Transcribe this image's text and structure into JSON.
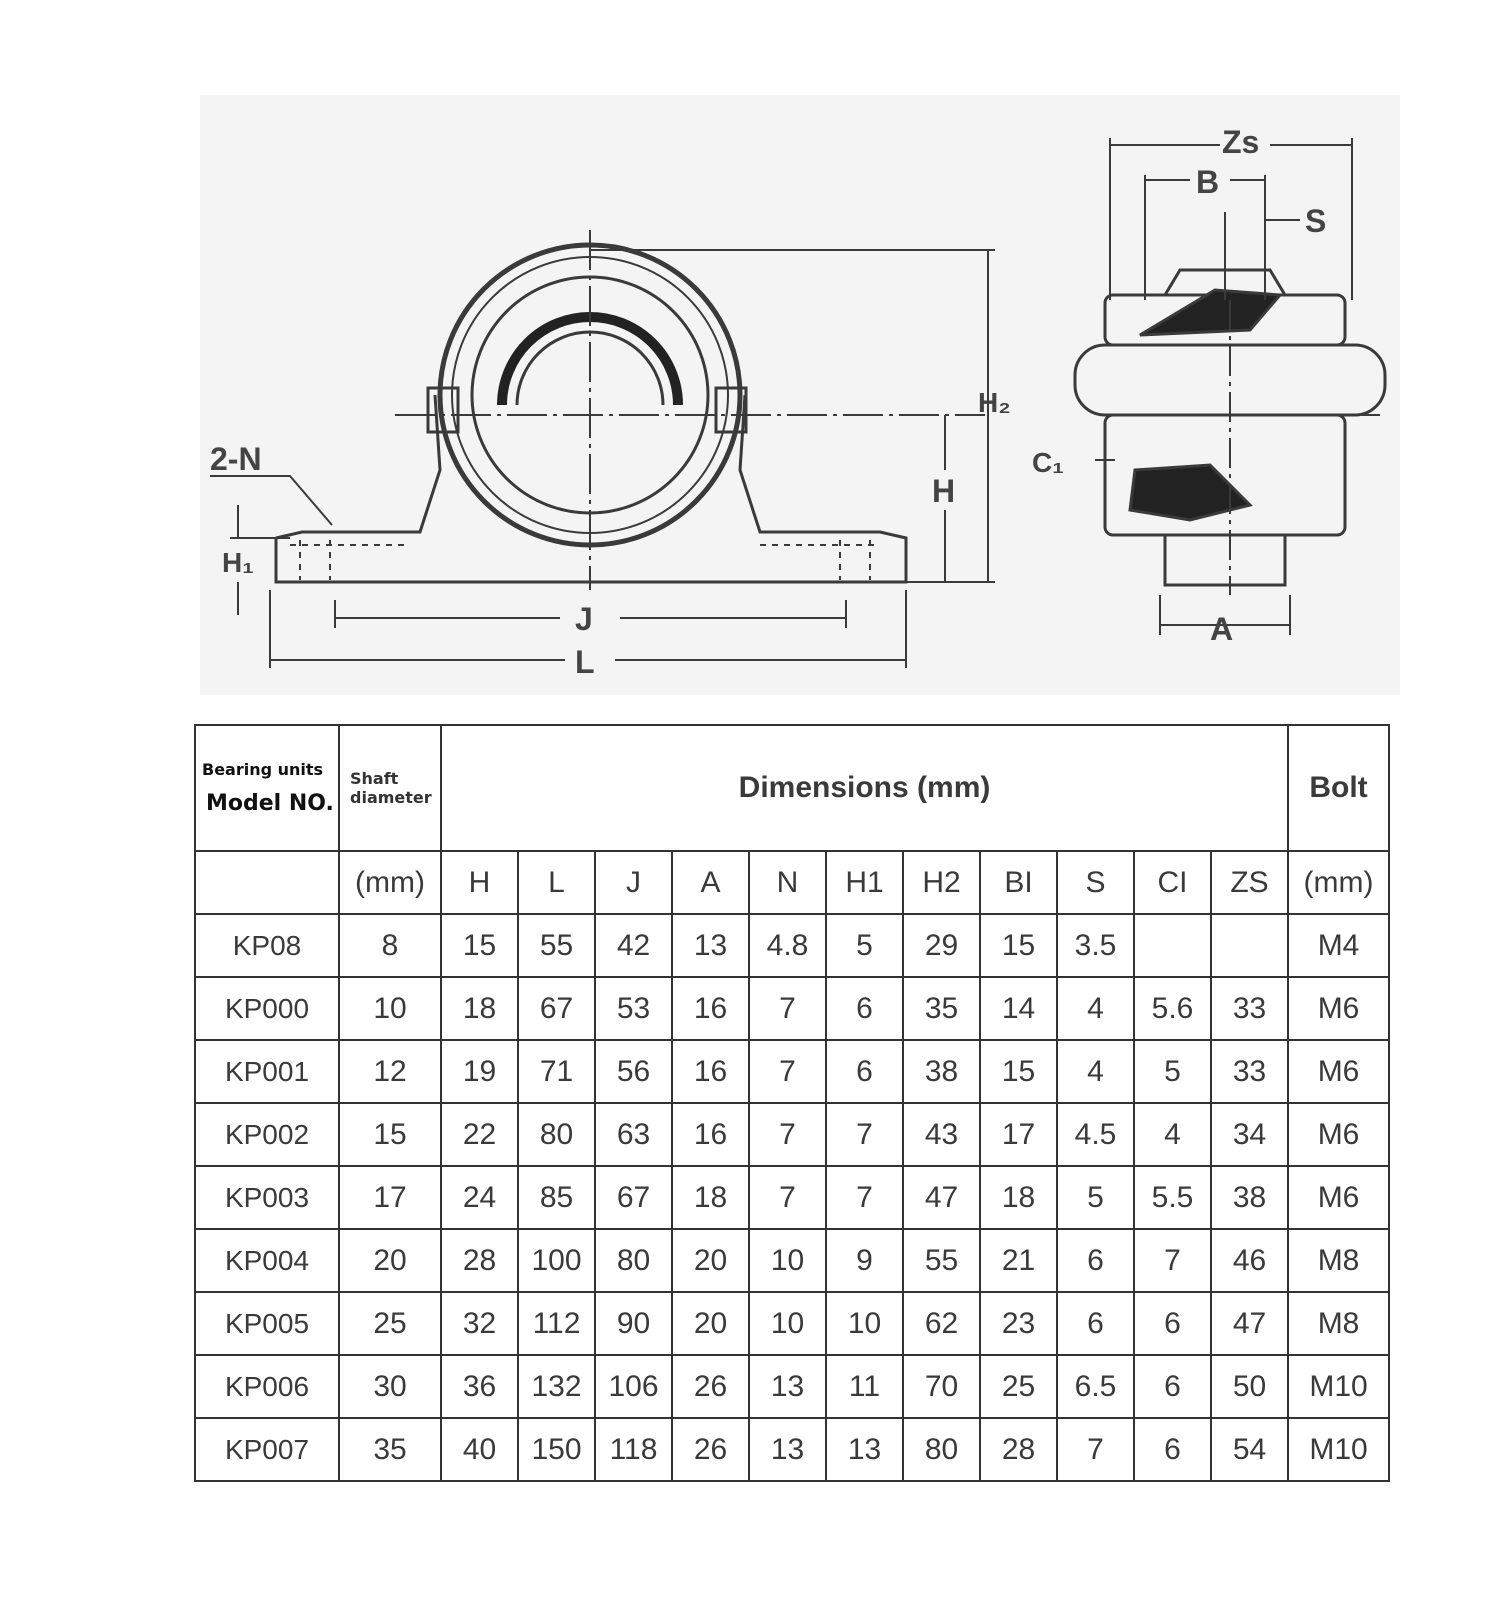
{
  "drawing": {
    "labels": {
      "two_n": "2-N",
      "h1": "H₁",
      "j": "J",
      "l": "L",
      "h": "H",
      "h2": "H₂",
      "zs": "Zs",
      "b": "B",
      "s": "S",
      "c1": "C₁",
      "a": "A"
    }
  },
  "table": {
    "header": {
      "bearing_units": "Bearing units",
      "model_no": "Model NO.",
      "shaft_line1": "Shaft",
      "shaft_line2": "diameter",
      "dimensions": "Dimensions (mm)",
      "bolt": "Bolt"
    },
    "subheader": [
      "",
      "(mm)",
      "H",
      "L",
      "J",
      "A",
      "N",
      "H1",
      "H2",
      "BI",
      "S",
      "CI",
      "ZS",
      "(mm)"
    ],
    "rows": [
      [
        "KP08",
        "8",
        "15",
        "55",
        "42",
        "13",
        "4.8",
        "5",
        "29",
        "15",
        "3.5",
        "",
        "",
        "M4"
      ],
      [
        "KP000",
        "10",
        "18",
        "67",
        "53",
        "16",
        "7",
        "6",
        "35",
        "14",
        "4",
        "5.6",
        "33",
        "M6"
      ],
      [
        "KP001",
        "12",
        "19",
        "71",
        "56",
        "16",
        "7",
        "6",
        "38",
        "15",
        "4",
        "5",
        "33",
        "M6"
      ],
      [
        "KP002",
        "15",
        "22",
        "80",
        "63",
        "16",
        "7",
        "7",
        "43",
        "17",
        "4.5",
        "4",
        "34",
        "M6"
      ],
      [
        "KP003",
        "17",
        "24",
        "85",
        "67",
        "18",
        "7",
        "7",
        "47",
        "18",
        "5",
        "5.5",
        "38",
        "M6"
      ],
      [
        "KP004",
        "20",
        "28",
        "100",
        "80",
        "20",
        "10",
        "9",
        "55",
        "21",
        "6",
        "7",
        "46",
        "M8"
      ],
      [
        "KP005",
        "25",
        "32",
        "112",
        "90",
        "20",
        "10",
        "10",
        "62",
        "23",
        "6",
        "6",
        "47",
        "M8"
      ],
      [
        "KP006",
        "30",
        "36",
        "132",
        "106",
        "26",
        "13",
        "11",
        "70",
        "25",
        "6.5",
        "6",
        "50",
        "M10"
      ],
      [
        "KP007",
        "35",
        "40",
        "150",
        "118",
        "26",
        "13",
        "13",
        "80",
        "28",
        "7",
        "6",
        "54",
        "M10"
      ]
    ]
  }
}
